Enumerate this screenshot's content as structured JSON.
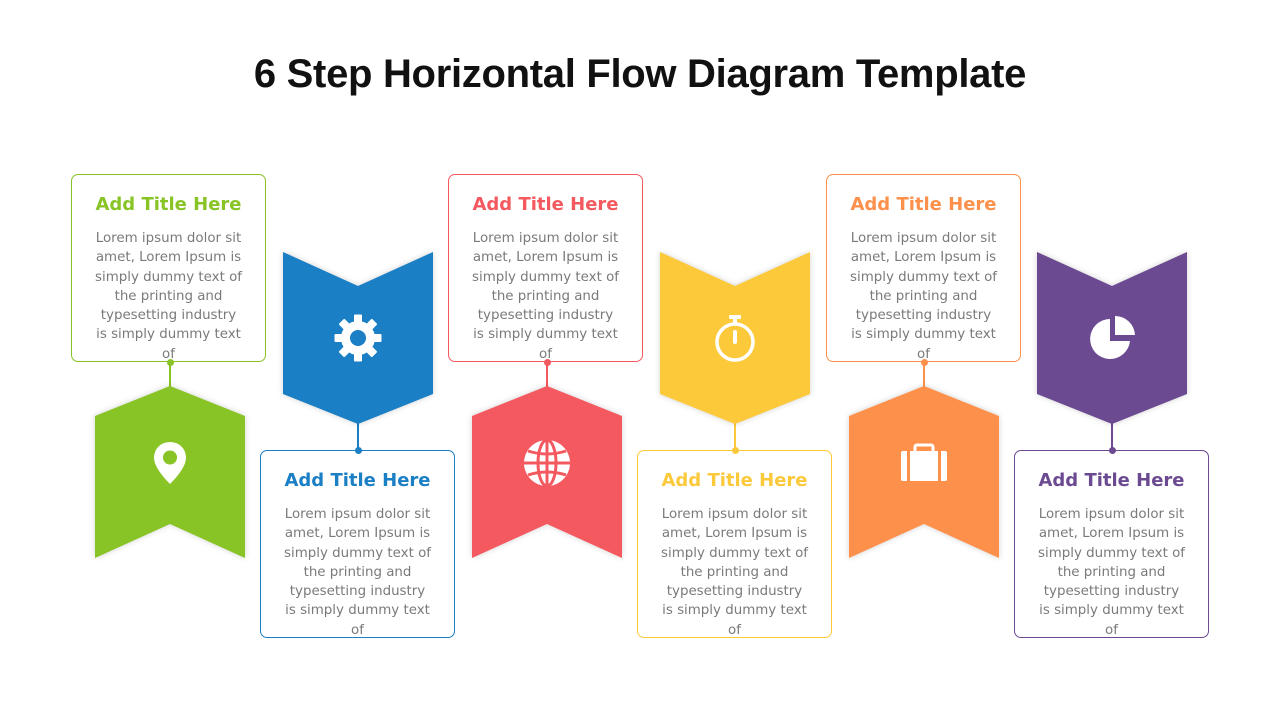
{
  "page_title": "6 Step Horizontal Flow Diagram Template",
  "colors": {
    "green": "#88c425",
    "blue": "#1a7fc4",
    "red": "#f45960",
    "yellow": "#fcc93b",
    "orange": "#fd914b",
    "purple": "#6c4a91",
    "body_text": "#7a7a7a"
  },
  "steps": [
    {
      "color": "green",
      "icon": "location-pin-icon",
      "title": "Add Title Here",
      "body": "Lorem ipsum dolor sit amet, Lorem Ipsum is simply dummy text of the printing and typesetting industry is simply dummy text of"
    },
    {
      "color": "blue",
      "icon": "gear-icon",
      "title": "Add Title Here",
      "body": "Lorem ipsum dolor sit amet, Lorem Ipsum is simply dummy text of the printing and typesetting industry is simply dummy text of"
    },
    {
      "color": "red",
      "icon": "globe-icon",
      "title": "Add Title Here",
      "body": "Lorem ipsum dolor sit amet, Lorem Ipsum is simply dummy text of the printing and typesetting industry is simply dummy text of"
    },
    {
      "color": "yellow",
      "icon": "stopwatch-icon",
      "title": "Add Title Here",
      "body": "Lorem ipsum dolor sit amet, Lorem Ipsum is simply dummy text of the printing and typesetting industry is simply dummy text of"
    },
    {
      "color": "orange",
      "icon": "briefcase-icon",
      "title": "Add Title Here",
      "body": "Lorem ipsum dolor sit amet, Lorem Ipsum is simply dummy text of the printing and typesetting industry is simply dummy text of"
    },
    {
      "color": "purple",
      "icon": "pie-chart-icon",
      "title": "Add Title Here",
      "body": "Lorem ipsum dolor sit amet, Lorem Ipsum is simply dummy text of the printing and typesetting industry is simply dummy text of"
    }
  ]
}
